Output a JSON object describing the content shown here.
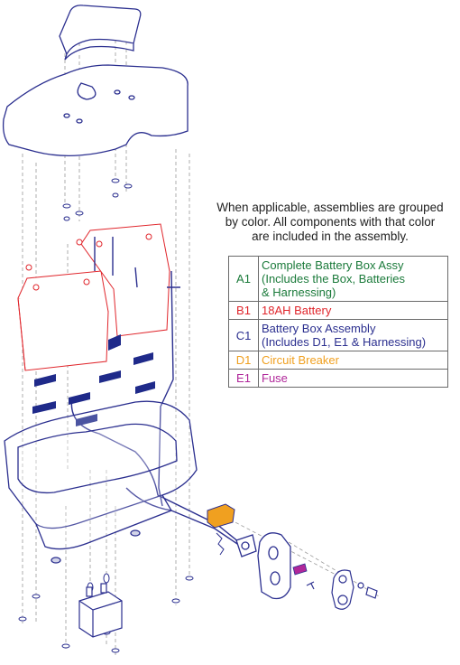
{
  "note": {
    "lines": [
      "When applicable, assemblies are grouped",
      "by color. All components with that color",
      "are included in the assembly."
    ]
  },
  "legend": [
    {
      "code": "A1",
      "lines": [
        "Complete Battery Box Assy",
        "(Includes the Box, Batteries",
        "& Harnessing)"
      ],
      "color": "#1a7a3a"
    },
    {
      "code": "B1",
      "lines": [
        "18AH Battery"
      ],
      "color": "#e0252b"
    },
    {
      "code": "C1",
      "lines": [
        "Battery Box Assembly",
        "(Includes D1, E1 & Harnessing)"
      ],
      "color": "#2b2f8f"
    },
    {
      "code": "D1",
      "lines": [
        "Circuit Breaker"
      ],
      "color": "#f0a020"
    },
    {
      "code": "E1",
      "lines": [
        "Fuse"
      ],
      "color": "#b0279a"
    }
  ],
  "colors": {
    "outline": "#2b2f8f",
    "battery": "#e0252b",
    "breaker": "#f0a020",
    "fuse": "#b0279a",
    "pad": "#1f2a8a",
    "guide": "#9a9a9a"
  }
}
